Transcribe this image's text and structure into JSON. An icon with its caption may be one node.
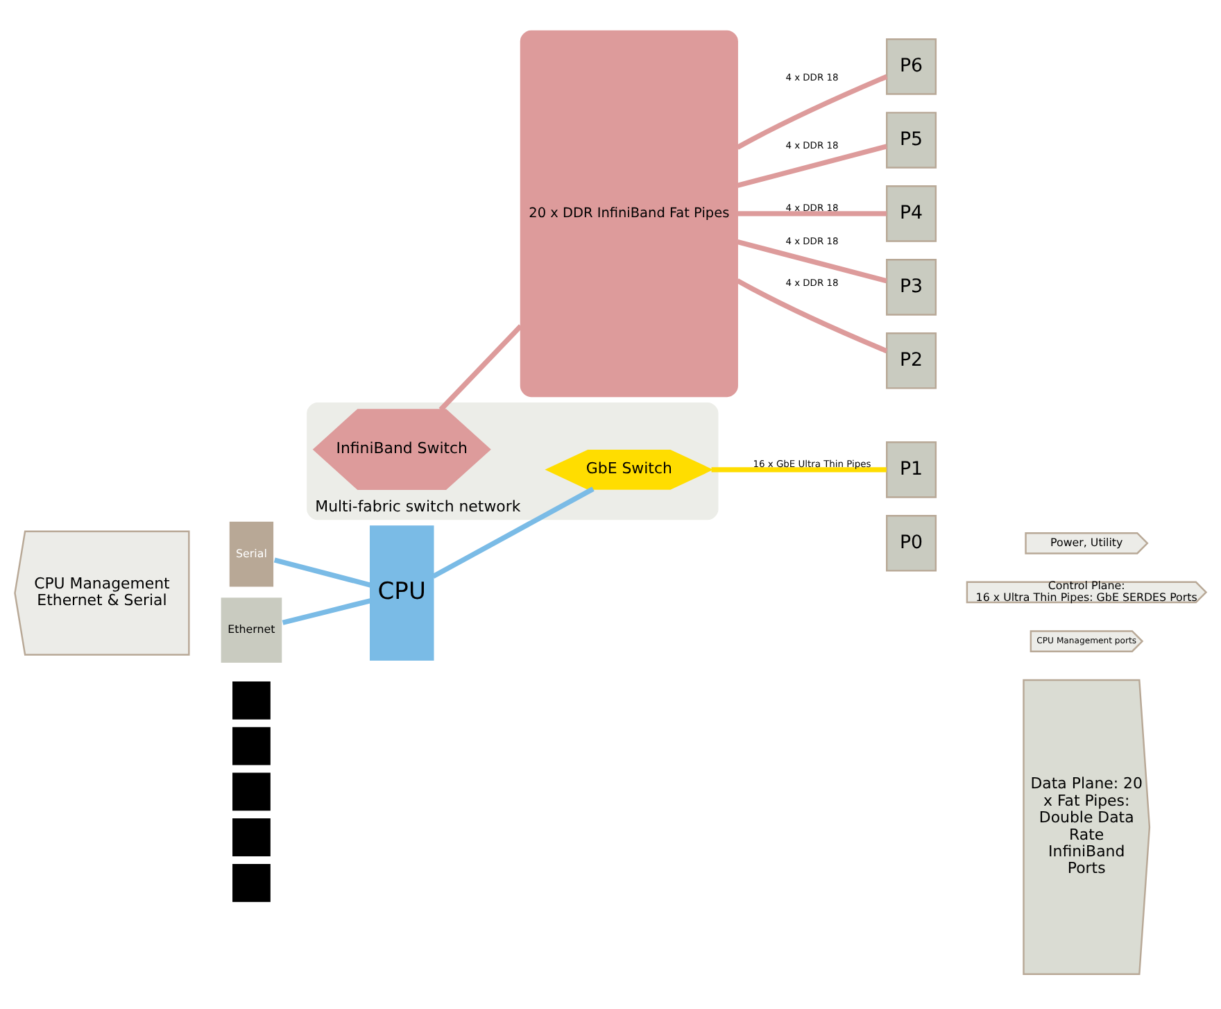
{
  "diagram": {
    "nodes": [
      {
        "text": [
          "CPU Management Ethernet & Serial"
        ]
      },
      {
        "text": [
          "Serial"
        ]
      },
      {
        "text": [
          "Ethernet"
        ]
      },
      {
        "text": [
          "CPU"
        ]
      },
      {
        "text": [],
        "shape": "box"
      },
      {
        "text": [],
        "shape": "box"
      },
      {
        "text": [],
        "shape": "box"
      },
      {
        "text": [],
        "shape": "box"
      },
      {
        "text": [],
        "shape": "box"
      },
      {
        "text": [
          "Multi-fabric switch network"
        ]
      },
      {
        "text": [
          "GbE Switch"
        ],
        "in": 9
      },
      {
        "text": [
          "InfiniBand Switch"
        ],
        "in": 9
      },
      {
        "text": [
          "20 x DDR InfiniBand Fat Pipes"
        ]
      },
      {
        "text": [
          "P0"
        ]
      },
      {
        "text": [
          "P1"
        ]
      },
      {
        "text": [
          "P2"
        ]
      },
      {
        "text": [
          "P3"
        ]
      },
      {
        "text": [
          "P4"
        ]
      },
      {
        "text": [
          "P5"
        ]
      },
      {
        "text": [
          "P6"
        ]
      },
      {
        "text": [
          "Power, Utility"
        ]
      },
      {
        "text": [
          "Control Plane:",
          "16 x Ultra Thin Pipes: GbE SERDES Ports"
        ]
      },
      {
        "text": [
          "CPU Management ports"
        ]
      },
      {
        "text": [
          "Data Plane: 20 x Fat Pipes: Double Data Rate InfiniBand Ports"
        ]
      }
    ],
    "edges": [
      {
        "from": 1,
        "to": 3,
        "arrow": "none",
        "color": "#7abbe6"
      },
      {
        "from": 2,
        "to": 3,
        "arrow": "none",
        "color": "#7abbe6"
      },
      {
        "from": 3,
        "to": 10,
        "arrow": "none",
        "color": "#7abbe6"
      },
      {
        "from": 10,
        "to": 14,
        "arrow": "none",
        "label": "16 x GbE Ultra Thin Pipes",
        "color": "#ffdd00"
      },
      {
        "from": 11,
        "to": 12,
        "arrow": "none"
      },
      {
        "from": 12,
        "to": 15,
        "arrow": "none",
        "label": "4 x DDR 18"
      },
      {
        "from": 12,
        "to": 16,
        "arrow": "none",
        "label": "4 x DDR 18"
      },
      {
        "from": 12,
        "to": 17,
        "arrow": "none",
        "label": "4 x DDR 18"
      },
      {
        "from": 12,
        "to": 18,
        "arrow": "none",
        "label": "4 x DDR 18"
      },
      {
        "from": 12,
        "to": 19,
        "arrow": "none",
        "label": "4 x DDR 18"
      }
    ]
  }
}
